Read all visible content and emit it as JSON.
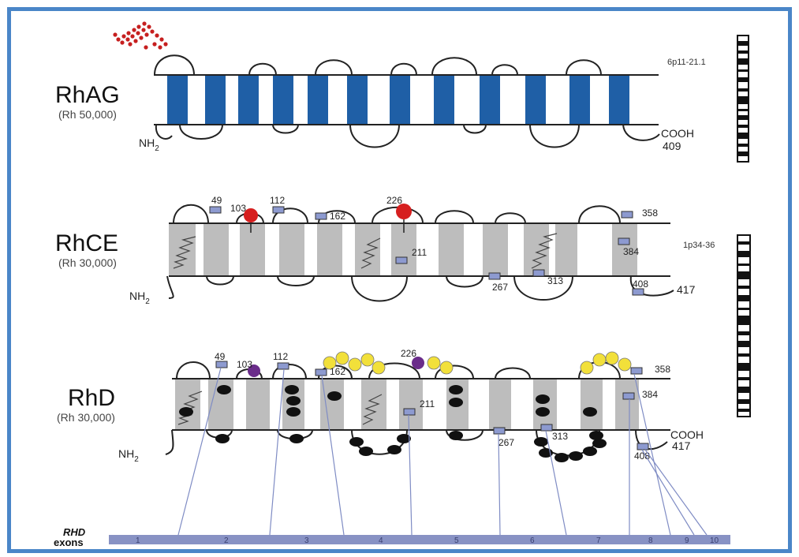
{
  "colors": {
    "frame": "#4a86c8",
    "rhag_helix": "#1f5fa6",
    "rh_helix": "#bdbdbd",
    "membrane_line": "#222222",
    "red_site": "#d61f1f",
    "purple_site": "#6a2c8a",
    "yellow_site": "#f2e03a",
    "black_site": "#111111",
    "marker": "#8d9ad0",
    "exon_bar": "#8892c4",
    "glycan": "#c61f1f"
  },
  "proteins": [
    {
      "key": "rhag",
      "name": "RhAG",
      "subtitle": "(Rh 50,000)",
      "nh2": "NH",
      "nh2_sub": "2",
      "cterm_label": "COOH",
      "cterm_num": "409",
      "chromosome": "6p11-21.1",
      "icons": [
        "glycan-icon"
      ]
    },
    {
      "key": "rhce",
      "name": "RhCE",
      "subtitle": "(Rh 30,000)",
      "nh2": "NH",
      "nh2_sub": "2",
      "cterm_num": "417",
      "chromosome": "1p34-36",
      "position_labels": [
        "49",
        "103",
        "112",
        "162",
        "226",
        "358",
        "211",
        "384",
        "267",
        "313",
        "408"
      ]
    },
    {
      "key": "rhd",
      "name": "RhD",
      "subtitle": "(Rh 30,000)",
      "nh2": "NH",
      "nh2_sub": "2",
      "cterm_label": "COOH",
      "cterm_num": "417",
      "position_labels": [
        "49",
        "103",
        "112",
        "162",
        "226",
        "358",
        "211",
        "384",
        "267",
        "313",
        "408"
      ]
    }
  ],
  "exons": {
    "header_line1": "RHD",
    "header_line2": "exons",
    "labels": [
      "1",
      "2",
      "3",
      "4",
      "5",
      "6",
      "7",
      "8",
      "9",
      "10"
    ]
  }
}
